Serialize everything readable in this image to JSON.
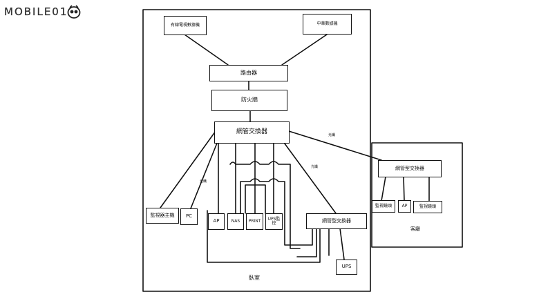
{
  "logo": {
    "text": "MOBILE01",
    "icon": "owl-logo-icon"
  },
  "diagram": {
    "rooms": {
      "bedroom": "臥室",
      "living_room": "客廳"
    },
    "nodes": {
      "cable_modem": "有線電視數據機",
      "cht_modem": "中華數據機",
      "router": "路由器",
      "firewall": "防火牆",
      "managed_switch_main": "網管交換器",
      "nvr": "監視器主機",
      "pc": "PC",
      "ap_bedroom": "AP",
      "nas": "NAS",
      "print": "PRINT",
      "ups_mon": "UPS監控",
      "managed_switch_bedroom": "網管型交換器",
      "ups": "UPS",
      "managed_switch_living": "網管型交換器",
      "camera_1": "監視鏡頭",
      "ap_living": "AP",
      "camera_2": "監視鏡頭"
    },
    "link_labels": {
      "fiber_top": "光纖",
      "fiber_mid": "光纖",
      "fiber_left": "光纖"
    }
  }
}
